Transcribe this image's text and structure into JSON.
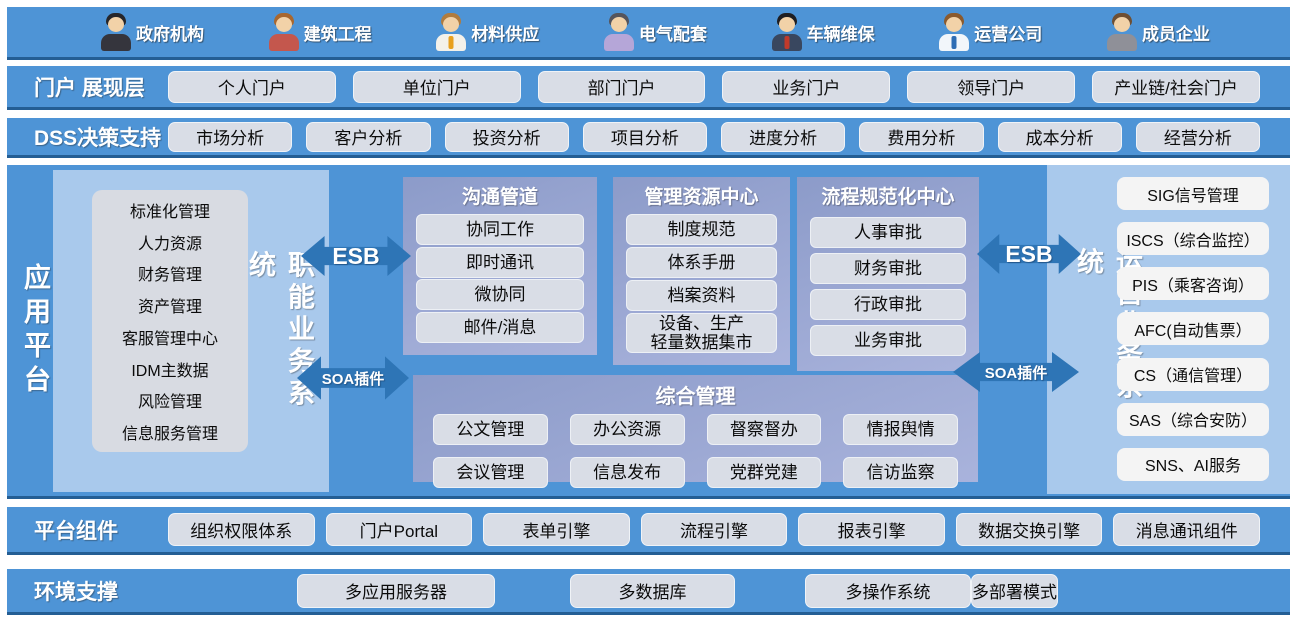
{
  "colors": {
    "band_blue": "#4E94D6",
    "band_border": "#245E94",
    "light_panel_blue": "#A9C9EC",
    "panel_gradient_top": "#8C9BC9",
    "panel_gradient_bottom": "#A9B3DC",
    "button_gray": "#D9DDE6",
    "arrow_blue": "#2E75B6",
    "white_box": "#F4F4F4"
  },
  "personas": [
    {
      "label": "政府机构",
      "variant": "av-government"
    },
    {
      "label": "建筑工程",
      "variant": "av-construction"
    },
    {
      "label": "材料供应",
      "variant": "av-materials"
    },
    {
      "label": "电气配套",
      "variant": "av-electrical"
    },
    {
      "label": "车辆维保",
      "variant": "av-vehicle"
    },
    {
      "label": "运营公司",
      "variant": "av-operations"
    },
    {
      "label": "成员企业",
      "variant": "av-member"
    }
  ],
  "portal_layer": {
    "label": "门户 展现层",
    "items": [
      "个人门户",
      "单位门户",
      "部门门户",
      "业务门户",
      "领导门户",
      "产业链/社会门户"
    ]
  },
  "dss_layer": {
    "label": "DSS决策支持",
    "items": [
      "市场分析",
      "客户分析",
      "投资分析",
      "项目分析",
      "进度分析",
      "费用分析",
      "成本分析",
      "经营分析"
    ]
  },
  "app_platform": {
    "label": "应用平台",
    "esb_label": "ESB",
    "soa_label": "SOA插件",
    "functional_system": {
      "label": "职能业务系统",
      "items": [
        "标准化管理",
        "人力资源",
        "财务管理",
        "资产管理",
        "客服管理中心",
        "IDM主数据",
        "风险管理",
        "信息服务管理"
      ]
    },
    "comm_channel": {
      "title": "沟通管道",
      "items": [
        "协同工作",
        "即时通讯",
        "微协同",
        "邮件/消息"
      ]
    },
    "resource_center": {
      "title": "管理资源中心",
      "items": [
        "制度规范",
        "体系手册",
        "档案资料",
        "设备、生产\n轻量数据集市"
      ]
    },
    "process_center": {
      "title": "流程规范化中心",
      "items": [
        "人事审批",
        "财务审批",
        "行政审批",
        "业务审批"
      ]
    },
    "integrated_mgmt": {
      "title": "综合管理",
      "items": [
        "公文管理",
        "办公资源",
        "督察督办",
        "情报舆情",
        "会议管理",
        "信息发布",
        "党群党建",
        "信访监察"
      ]
    },
    "operation_system": {
      "label": "运营业务系统",
      "items": [
        "SIG信号管理",
        "ISCS（综合监控）",
        "PIS（乘客咨询）",
        "AFC(自动售票）",
        "CS（通信管理）",
        "SAS（综合安防）",
        "SNS、AI服务"
      ]
    }
  },
  "platform_components": {
    "label": "平台组件",
    "items": [
      "组织权限体系",
      "门户Portal",
      "表单引擎",
      "流程引擎",
      "报表引擎",
      "数据交换引擎",
      "消息通讯组件"
    ]
  },
  "environment_support": {
    "label": "环境支撑",
    "items": [
      "多应用服务器",
      "多数据库",
      "多操作系统",
      "多部署模式"
    ]
  }
}
